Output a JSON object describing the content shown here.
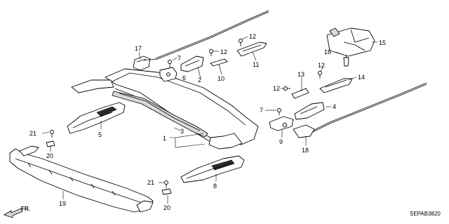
{
  "diagram": {
    "drawing_code": "SEPAB3820",
    "direction_label": "FR.",
    "callouts": {
      "c1": "1",
      "c2": "2",
      "c3": "3",
      "c4": "4",
      "c5": "5",
      "c6": "6",
      "c7a": "7",
      "c7b": "7",
      "c8": "8",
      "c9": "9",
      "c10": "10",
      "c11": "11",
      "c12a": "12",
      "c12b": "12",
      "c12c": "12",
      "c12d": "12",
      "c13": "13",
      "c14": "14",
      "c15": "15",
      "c16": "16",
      "c17": "17",
      "c18": "18",
      "c19": "19",
      "c20a": "20",
      "c20b": "20",
      "c21a": "21",
      "c21b": "21"
    }
  }
}
